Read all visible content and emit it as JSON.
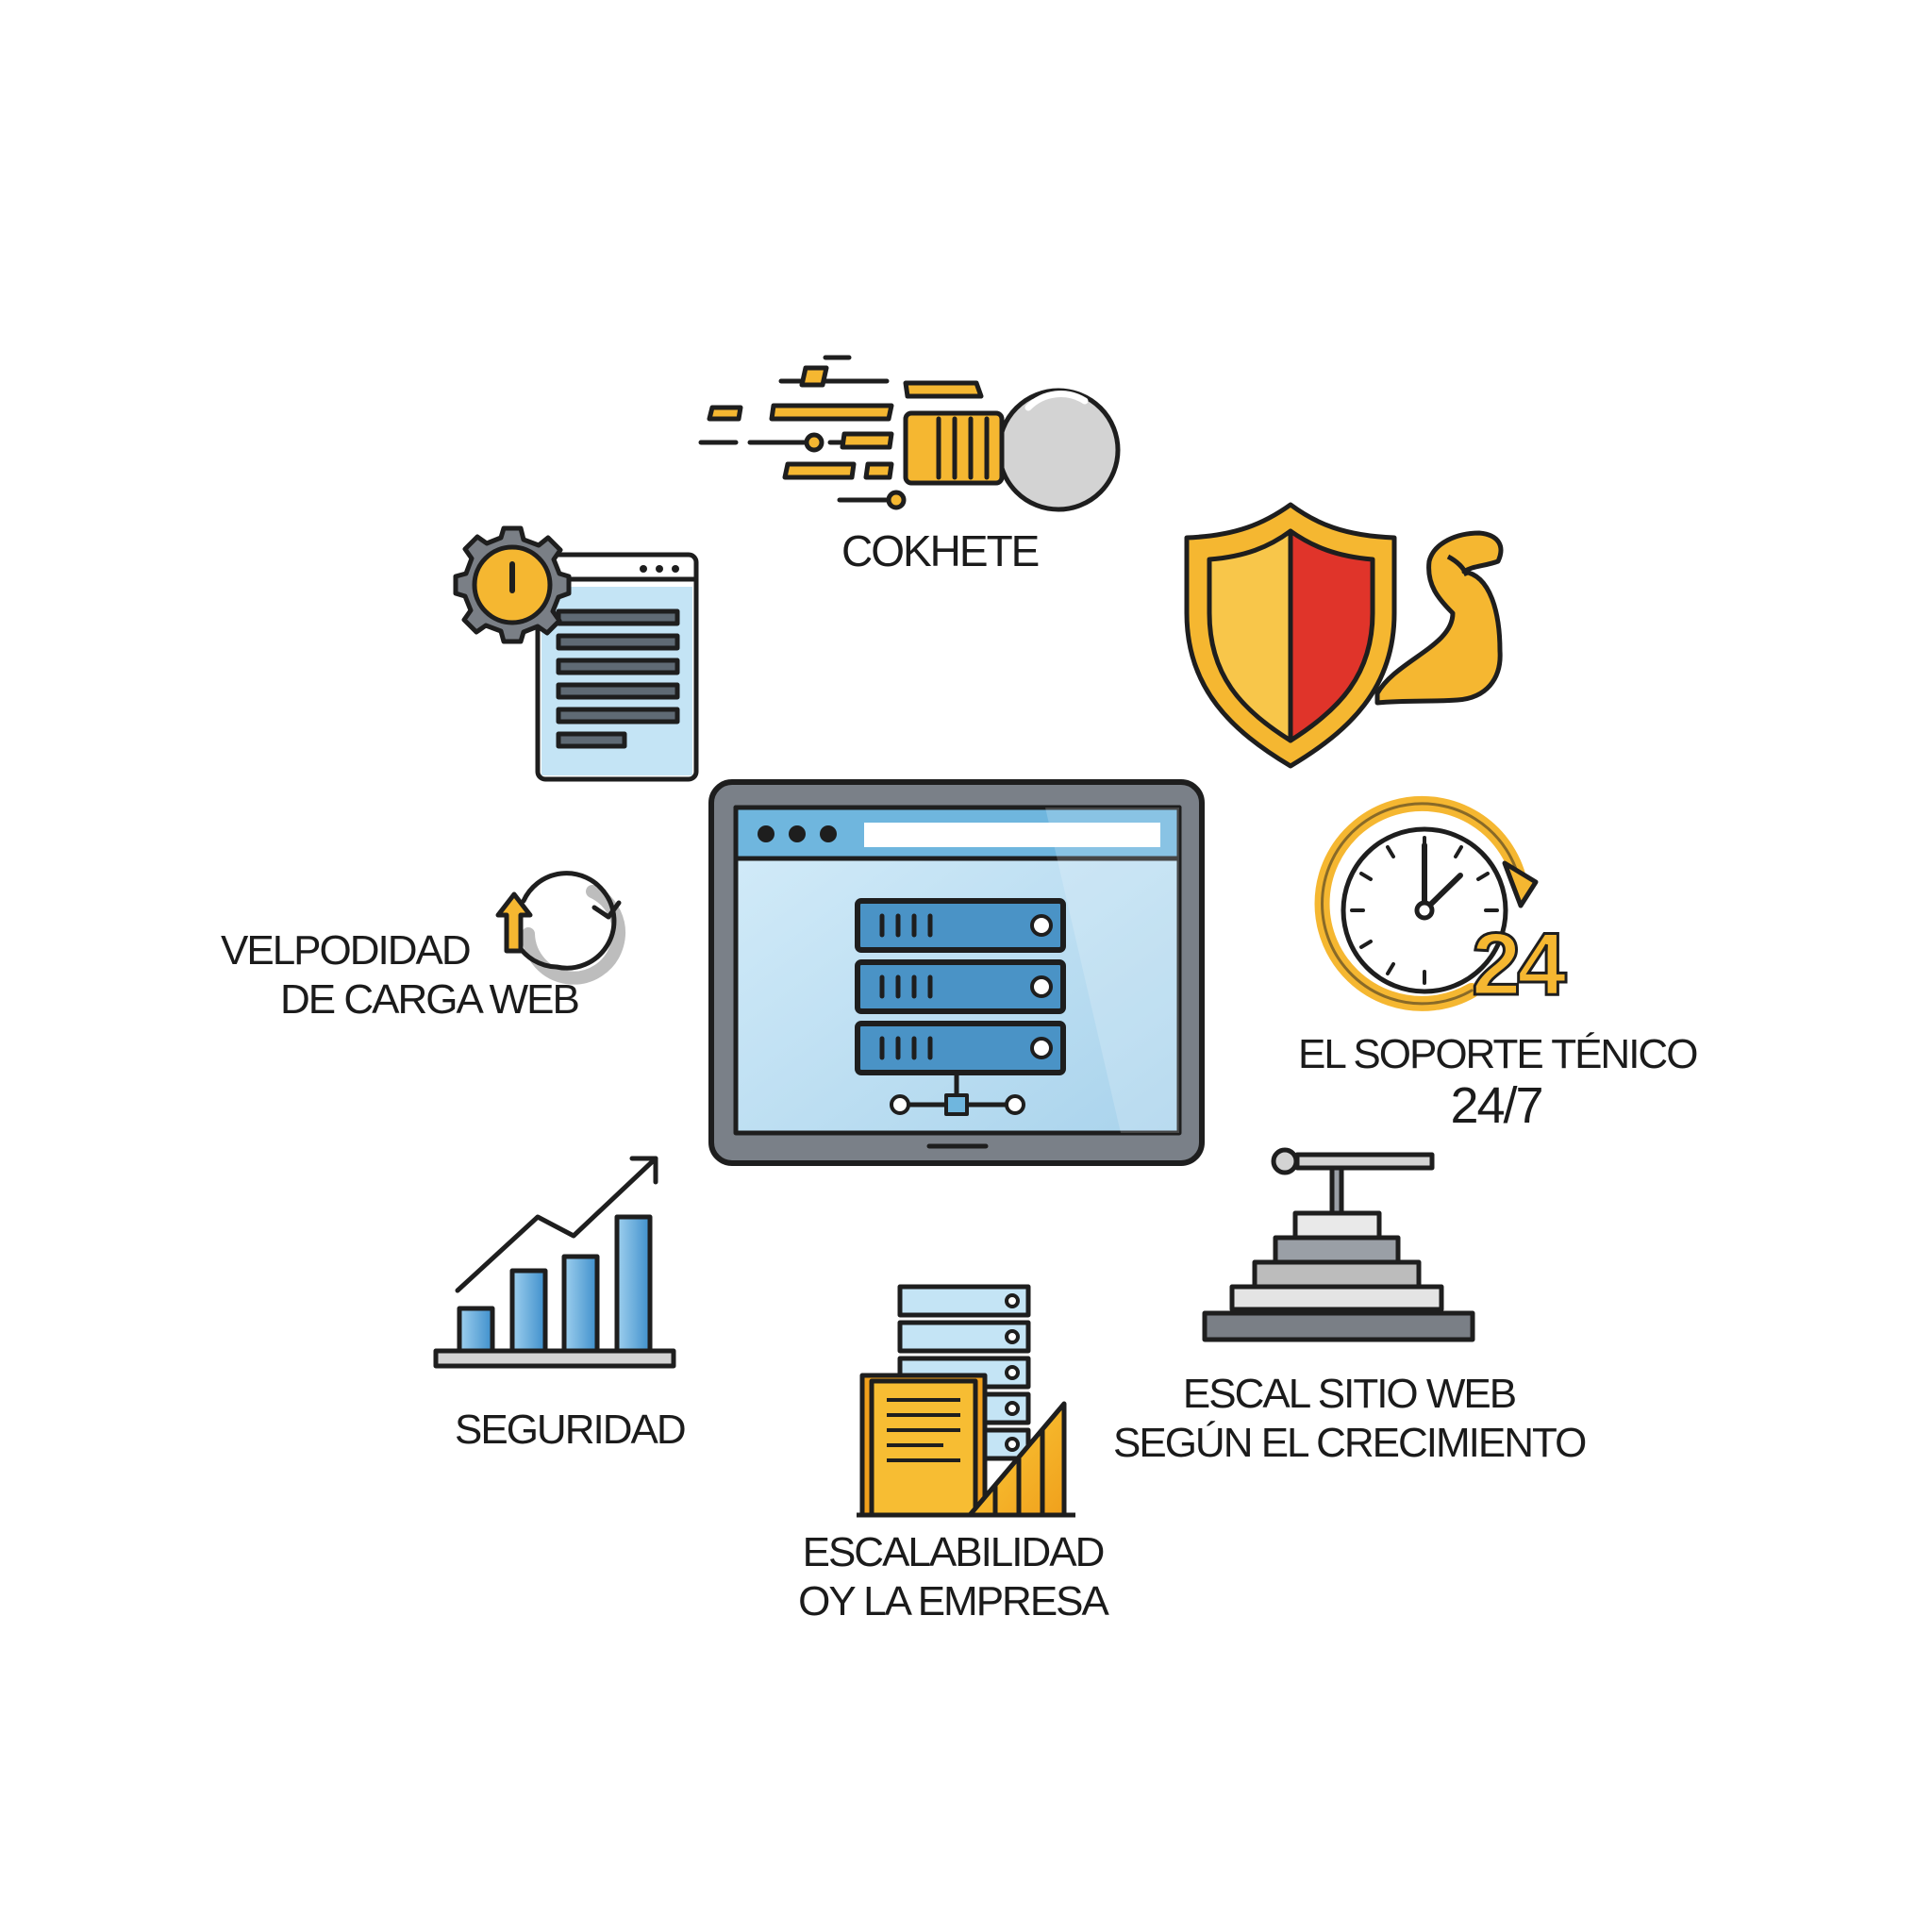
{
  "features": {
    "rocket": {
      "label": "COKHETE",
      "icon": "rocket-lightbulb-icon"
    },
    "settings": {
      "icon": "gear-document-icon"
    },
    "shield": {
      "icon": "shield-muscle-icon"
    },
    "speed": {
      "line1": "VELPODIDAD",
      "line2": "DE CARGA WEB",
      "icon": "refresh-arrow-icon"
    },
    "support": {
      "number": "24",
      "line1": "EL SOPORTE TÉNICO",
      "line2": "24/7",
      "icon": "clock-24-icon"
    },
    "security": {
      "label": "SEGURIDAD",
      "icon": "growth-bar-chart-icon"
    },
    "scale_site": {
      "line1": "ESCAL SITIO WEB",
      "line2": "SEGÚN EL CRECIMIENTO",
      "icon": "pyramid-stand-icon"
    },
    "scale_company": {
      "line1": "ESCALABILIDAD",
      "line2": "OY LA EMPRESA",
      "icon": "server-documents-icon"
    }
  },
  "center": {
    "icon": "browser-server-icon"
  },
  "colors": {
    "accent": "#f5b731",
    "accent_dark": "#e89a10",
    "red": "#e0342a",
    "blue_light": "#c4e4f5",
    "blue": "#6fb6de",
    "blue_dark": "#4a93c6",
    "gray": "#7a8088",
    "gray_light": "#d3d3d3",
    "outline": "#1e1e1e"
  }
}
